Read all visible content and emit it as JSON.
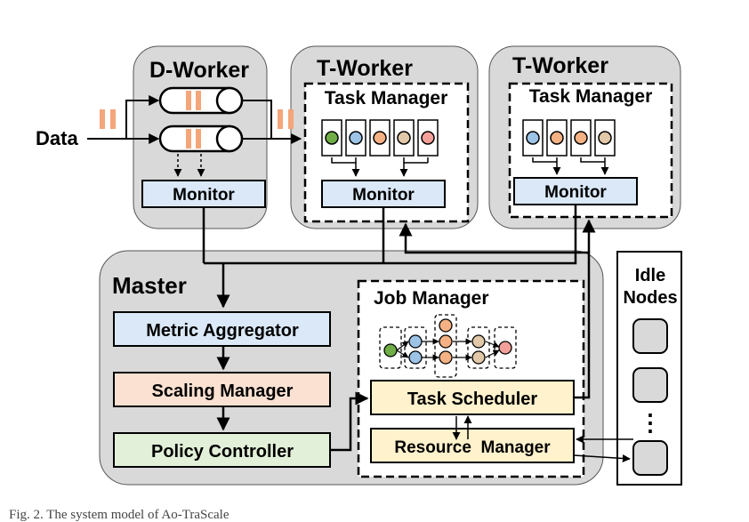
{
  "input": {
    "label": "Data"
  },
  "d_worker": {
    "title": "D-Worker",
    "monitor": "Monitor"
  },
  "t_worker_1": {
    "title": "T-Worker",
    "task_manager": "Task Manager",
    "monitor": "Monitor"
  },
  "t_worker_2": {
    "title": "T-Worker",
    "task_manager": "Task Manager",
    "monitor": "Monitor"
  },
  "master": {
    "title": "Master",
    "metric_aggregator": "Metric Aggregator",
    "scaling_manager": "Scaling Manager",
    "policy_controller": "Policy Controller",
    "job_manager": {
      "title": "Job Manager",
      "task_scheduler": "Task Scheduler",
      "resource_manager": "Resource  Manager"
    }
  },
  "idle_nodes": {
    "title_line1": "Idle",
    "title_line2": "Nodes",
    "ellipsis": "⋮"
  },
  "caption": "Fig. 2.  The system model of Ao-TraScale",
  "colors": {
    "container_fill": "#d9d9d9",
    "monitor_fill": "#dae8f7",
    "metric_fill": "#dae8f7",
    "scaling_fill": "#fbe1d2",
    "policy_fill": "#e2f0d9",
    "job_box_fill": "#fff2cc",
    "data_block": "#f4a57a",
    "task_green": "#70ad47",
    "task_blue": "#9dc3e6",
    "task_orange": "#f4b183",
    "task_red": "#f4a09a",
    "task_tan": "#e0c8a8",
    "node_fill": "#d9d9d9"
  }
}
